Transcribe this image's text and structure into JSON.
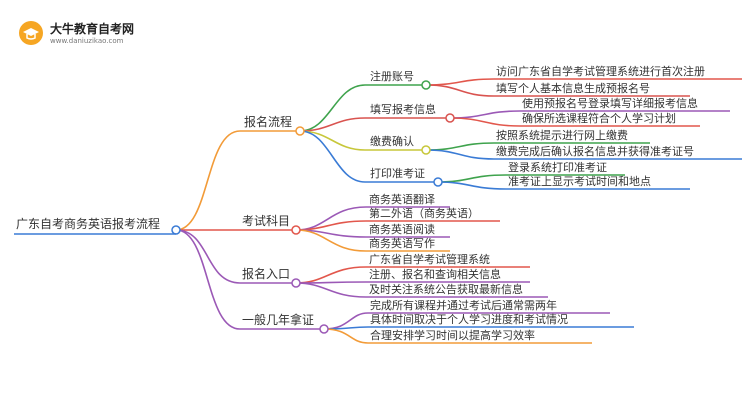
{
  "logo": {
    "name": "大牛教育自考网",
    "url": "www.daniuzikao.com"
  },
  "colors": {
    "root": "#3a7bd5",
    "reg": "#f29b38",
    "step1": "#3fa34d",
    "step2": "#d9534f",
    "step3": "#c7c73a",
    "step4": "#3a7bd5",
    "subjects": "#e2574c",
    "entry": "#9b59b6",
    "years": "#9b59b6"
  },
  "mindmap": {
    "root": "广东自考商务英语报考流程",
    "branches": [
      {
        "label": "报名流程",
        "children": [
          {
            "label": "注册账号",
            "leaves": [
              "访问广东省自学考试管理系统进行首次注册",
              "填写个人基本信息生成预报名号"
            ]
          },
          {
            "label": "填写报考信息",
            "leaves": [
              "使用预报名号登录填写详细报考信息",
              "确保所选课程符合个人学习计划"
            ]
          },
          {
            "label": "缴费确认",
            "leaves": [
              "按照系统提示进行网上缴费",
              "缴费完成后确认报名信息并获得准考证号"
            ]
          },
          {
            "label": "打印准考证",
            "leaves": [
              "登录系统打印准考证",
              "准考证上显示考试时间和地点"
            ]
          }
        ]
      },
      {
        "label": "考试科目",
        "leaves": [
          "商务英语翻译",
          "第二外语（商务英语）",
          "商务英语阅读",
          "商务英语写作"
        ]
      },
      {
        "label": "报名入口",
        "leaves": [
          "广东省自学考试管理系统",
          "注册、报名和查询相关信息",
          "及时关注系统公告获取最新信息"
        ]
      },
      {
        "label": "一般几年拿证",
        "leaves": [
          "完成所有课程并通过考试后通常需两年",
          "具体时间取决于个人学习进度和考试情况",
          "合理安排学习时间以提高学习效率"
        ]
      }
    ]
  }
}
